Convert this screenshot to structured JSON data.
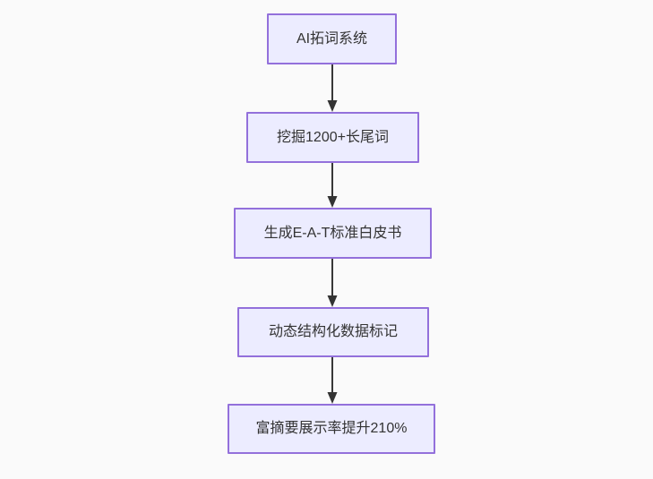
{
  "flowchart": {
    "title": "",
    "direction": "top-down",
    "nodes": [
      {
        "id": "n1",
        "label": "AI拓词系统"
      },
      {
        "id": "n2",
        "label": "挖掘1200+长尾词"
      },
      {
        "id": "n3",
        "label": "生成E-A-T标准白皮书"
      },
      {
        "id": "n4",
        "label": "动态结构化数据标记"
      },
      {
        "id": "n5",
        "label": "富摘要展示率提升210%"
      }
    ],
    "edges": [
      {
        "from": "n1",
        "to": "n2",
        "label": ""
      },
      {
        "from": "n2",
        "to": "n3",
        "label": ""
      },
      {
        "from": "n3",
        "to": "n4",
        "label": ""
      },
      {
        "from": "n4",
        "to": "n5",
        "label": ""
      }
    ],
    "colors": {
      "node_fill": "#ECECFF",
      "node_border": "#9370DB",
      "node_text": "#333333",
      "arrow": "#383838",
      "background": "#FAFAFA"
    }
  }
}
